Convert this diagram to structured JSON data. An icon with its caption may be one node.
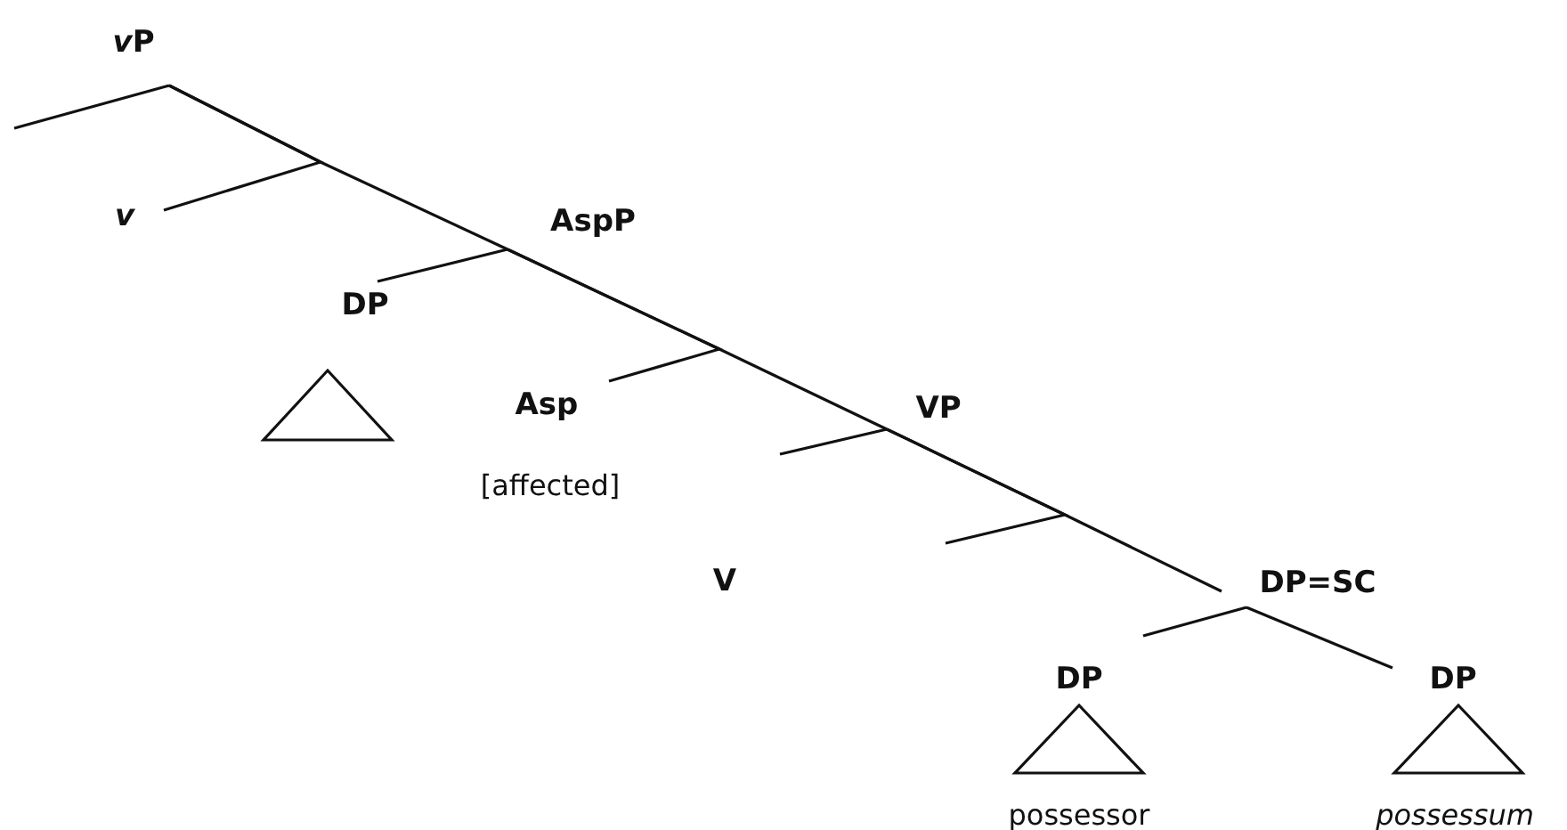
{
  "diagram": {
    "nodes": [
      {
        "text": [
          "vP"
        ]
      },
      {
        "text": [
          "v"
        ]
      },
      {
        "text": [
          "AspP"
        ]
      },
      {
        "text": [
          "DP"
        ]
      },
      {
        "text": [],
        "shape": "triangle"
      },
      {
        "text": [
          "Asp"
        ],
        "beside": [
          "[affected]"
        ]
      },
      {
        "text": [
          "VP"
        ]
      },
      {
        "text": [
          "V"
        ]
      },
      {
        "text": [
          "DP=SC"
        ]
      },
      {
        "text": [
          "DP"
        ]
      },
      {
        "text": [],
        "shape": "triangle",
        "beside": [
          "possessor"
        ]
      },
      {
        "text": [
          "DP"
        ]
      },
      {
        "text": [],
        "shape": "triangle",
        "beside": [
          "possessum"
        ]
      }
    ],
    "edges": [
      {
        "from": 0,
        "to": null,
        "arrow": "none"
      },
      {
        "from": 0,
        "to": 1,
        "arrow": "none"
      },
      {
        "from": 0,
        "to": 2,
        "arrow": "none"
      },
      {
        "from": 2,
        "to": 3,
        "arrow": "none"
      },
      {
        "from": 2,
        "to": 5,
        "arrow": "none"
      },
      {
        "from": 2,
        "to": 6,
        "arrow": "none"
      },
      {
        "from": 6,
        "to": null,
        "arrow": "none"
      },
      {
        "from": 6,
        "to": null,
        "arrow": "none"
      },
      {
        "from": 6,
        "to": 8,
        "arrow": "none"
      },
      {
        "from": 8,
        "to": 9,
        "arrow": "none"
      },
      {
        "from": 8,
        "to": 11,
        "arrow": "none"
      }
    ]
  }
}
